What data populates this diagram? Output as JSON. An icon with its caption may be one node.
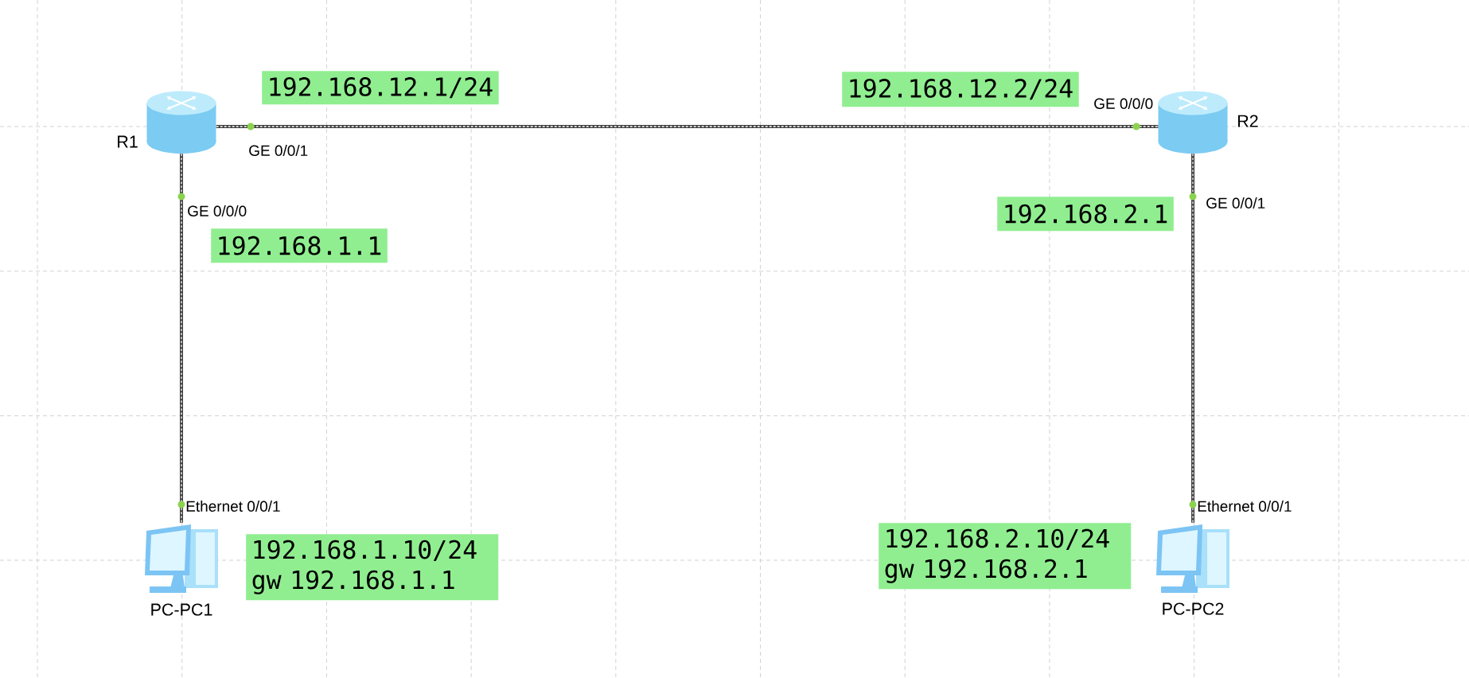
{
  "diagram": {
    "nodes": [
      {
        "text": [
          "R1"
        ]
      },
      {
        "text": [
          "192.168.12.1/24"
        ]
      },
      {
        "text": [
          "192.168.12.2/24"
        ]
      },
      {
        "text": [
          "R2"
        ]
      },
      {
        "text": [
          "192.168.1.1"
        ]
      },
      {
        "text": [
          "192.168.2.1"
        ]
      },
      {
        "text": [
          "PC-PC1"
        ]
      },
      {
        "text": [
          "192.168.1.10/24",
          "gw 192.168.1.1"
        ]
      },
      {
        "text": [
          "192.168.2.10/24",
          "gw 192.168.2.1"
        ]
      },
      {
        "text": [
          "PC-PC2"
        ]
      }
    ],
    "edges": [
      {
        "from": 0,
        "to": 3,
        "arrow": "none"
      },
      {
        "from": 0,
        "to": 6,
        "arrow": "none"
      },
      {
        "from": 3,
        "to": 9,
        "arrow": "none"
      }
    ],
    "labels": [
      "GE 0/0/0",
      "GE 0/0/1",
      "GE 0/0/1",
      "GE 0/0/0",
      "Ethernet 0/0/1",
      "Ethernet 0/0/1"
    ]
  }
}
